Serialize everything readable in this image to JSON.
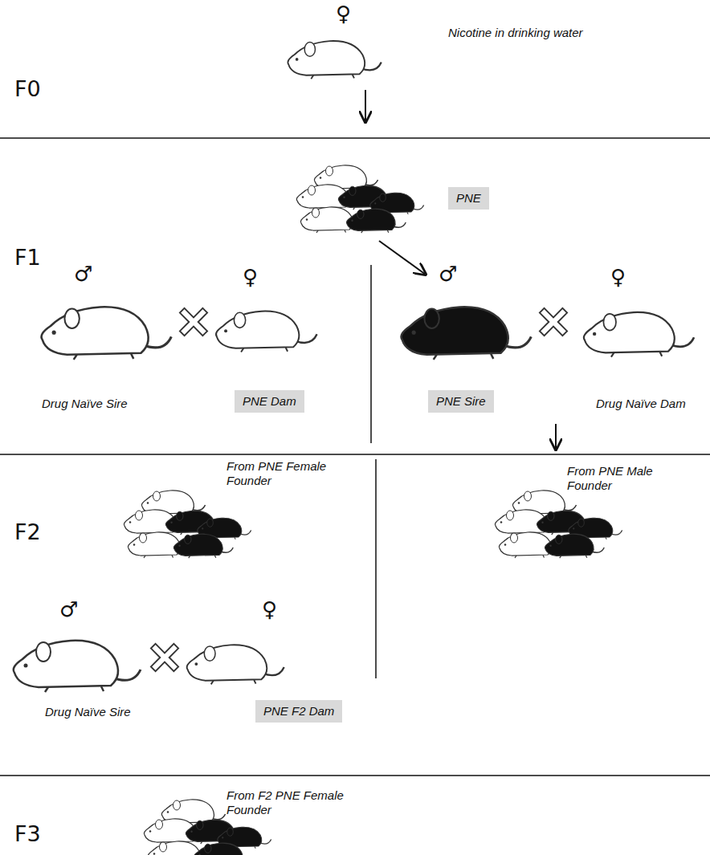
{
  "diagram": {
    "nodes": [
      {
        "text": [
          "PNE"
        ]
      },
      {
        "text": [
          "PNE Dam"
        ]
      },
      {
        "text": [
          "PNE Sire"
        ]
      },
      {
        "text": [
          "PNE F2 Dam"
        ]
      }
    ],
    "labels": [
      "F0",
      "♀",
      "Nicotine in drinking water",
      "F1",
      "♂",
      "♀",
      "Drug Naïve Sire",
      "♂",
      "♀",
      "Drug Naïve Dam",
      "F2",
      "From PNE Female Founder",
      "From PNE Male Founder",
      "♂",
      "♀",
      "Drug Naïve Sire",
      "F3",
      "From F2 PNE Female Founder"
    ]
  }
}
